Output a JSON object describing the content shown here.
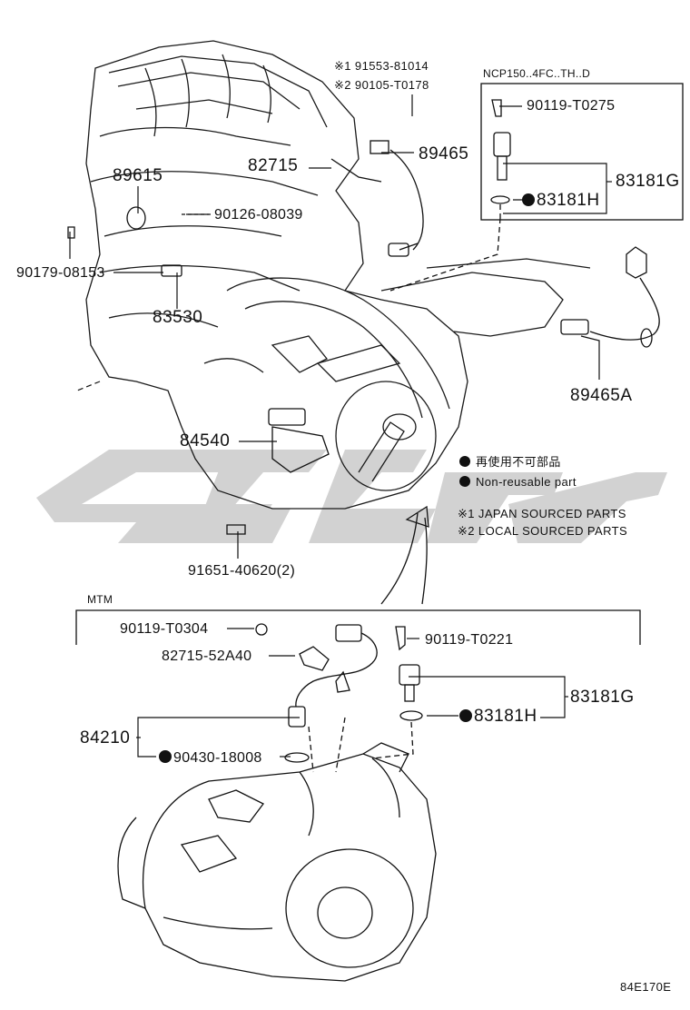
{
  "diagram": {
    "sub_frame_title": "NCP150..4FC..TH..D",
    "section_mtm_title": "MTM",
    "figure_code": "84E170E",
    "legend": {
      "non_reusable_jp": "再使用不可部品",
      "non_reusable_en": "Non-reusable part",
      "note1": "※1 JAPAN SOURCED PARTS",
      "note2": "※2 LOCAL SOURCED PARTS"
    },
    "parts_upper": {
      "p91553": "※1 91553-81014",
      "p90105": "※2 90105-T0178",
      "p89465": "89465",
      "p82715": "82715",
      "p89615": "89615",
      "p90126": "90126-08039",
      "p90179": "90179-08153",
      "p83530": "83530",
      "p90119_t0275": "90119-T0275",
      "p83181g": "83181G",
      "p83181h": "83181H",
      "p89465a": "89465A",
      "p84540": "84540",
      "p91651": "91651-40620(2)"
    },
    "parts_lower": {
      "p90119_t0304": "90119-T0304",
      "p82715_52a40": "82715-52A40",
      "p90119_t0221": "90119-T0221",
      "p84210": "84210",
      "p90430": "90430-18008",
      "p83181g": "83181G",
      "p83181h": "83181H"
    },
    "watermark_color": "#cfcfcf",
    "icons": [
      "non-reusable-dot-icon"
    ]
  }
}
